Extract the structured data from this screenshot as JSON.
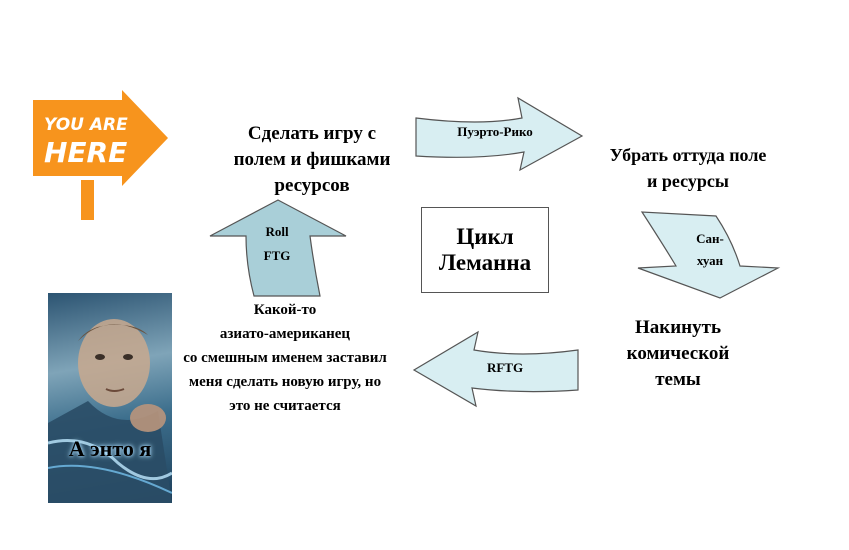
{
  "sign": {
    "line1": "YOU ARE",
    "line2": "HERE",
    "color": "#f7941d"
  },
  "nodes": {
    "top_left": [
      "Сделать игру с",
      "полем и фишками",
      "ресурсов"
    ],
    "top_right": [
      "Убрать оттуда поле",
      "и ресурсы"
    ],
    "bottom_right": [
      "Накинуть",
      "комической",
      "темы"
    ],
    "bottom_left": [
      "Какой-то",
      "азиато-американец",
      "со смешным именем заставил",
      "меня сделать новую игру, но",
      "это не считается"
    ]
  },
  "center": {
    "line1": "Цикл",
    "line2": "Леманна"
  },
  "arrows": {
    "top": "Пуэрто-Рико",
    "right": [
      "Сан-",
      "хуан"
    ],
    "bottom": "RFTG",
    "left": [
      "Roll",
      "FTG"
    ]
  },
  "arrow_colors": {
    "light": "#d8eef2",
    "dark": "#a9cfd8"
  },
  "portrait": {
    "caption": "А энто я"
  }
}
